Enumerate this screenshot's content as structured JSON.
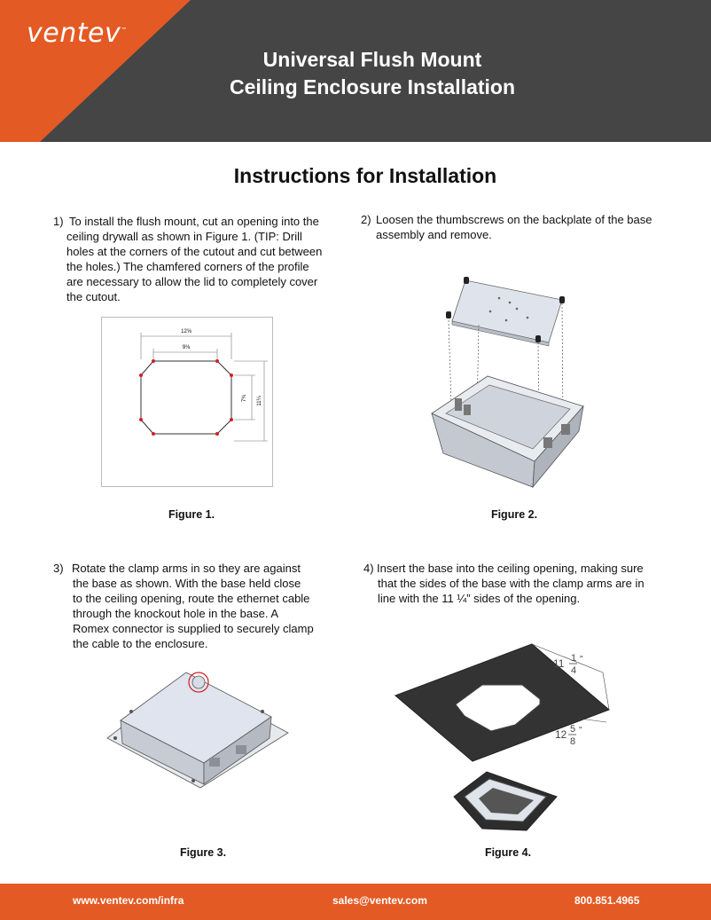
{
  "header": {
    "logo_text": "ventev",
    "logo_mark": "™",
    "title_line1": "Universal Flush Mount",
    "title_line2": "Ceiling Enclosure Installation",
    "colors": {
      "dark": "#454545",
      "accent": "#e35a24"
    }
  },
  "section_title": "Instructions for Installation",
  "steps": [
    {
      "number": "1)",
      "lines": [
        "To install the flush mount, cut an opening into the",
        "ceiling drywall as shown in Figure 1. (TIP: Drill",
        "holes at the corners of the cutout and cut between",
        "the holes.) The chamfered corners of the profile",
        "are necessary to allow the lid to completely cover",
        "the cutout."
      ]
    },
    {
      "number": "2)",
      "lines": [
        "Loosen the thumbscrews on the backplate of the base",
        "assembly and remove."
      ]
    },
    {
      "number": "3)",
      "lines": [
        "Rotate the clamp arms in so they are against",
        "the  base as shown. With the base held close",
        "to the ceiling opening, route the ethernet cable",
        "through the knockout hole in the base. A",
        "Romex connector is supplied to securely clamp",
        "the cable to the enclosure."
      ]
    },
    {
      "number": "4)",
      "lines": [
        "Insert the base into the ceiling opening, making sure",
        "that the sides of the base with the clamp arms are in",
        "line with the 11 ¼” sides of the opening."
      ]
    }
  ],
  "figures": {
    "fig1": {
      "caption": "Figure 1.",
      "dim_top_outer": "12⅝",
      "dim_top_inner": "9⅛",
      "dim_side_outer": "11¼",
      "dim_side_inner": "7¾"
    },
    "fig2": {
      "caption": "Figure 2."
    },
    "fig3": {
      "caption": "Figure 3."
    },
    "fig4": {
      "caption": "Figure 4.",
      "dim_a_whole": "11",
      "dim_a_num": "1",
      "dim_a_den": "4",
      "dim_b_whole": "12",
      "dim_b_num": "5",
      "dim_b_den": "8",
      "inch_mark": "\""
    }
  },
  "footer": {
    "website": "www.ventev.com/infra",
    "email": "sales@ventev.com",
    "phone": "800.851.4965"
  }
}
